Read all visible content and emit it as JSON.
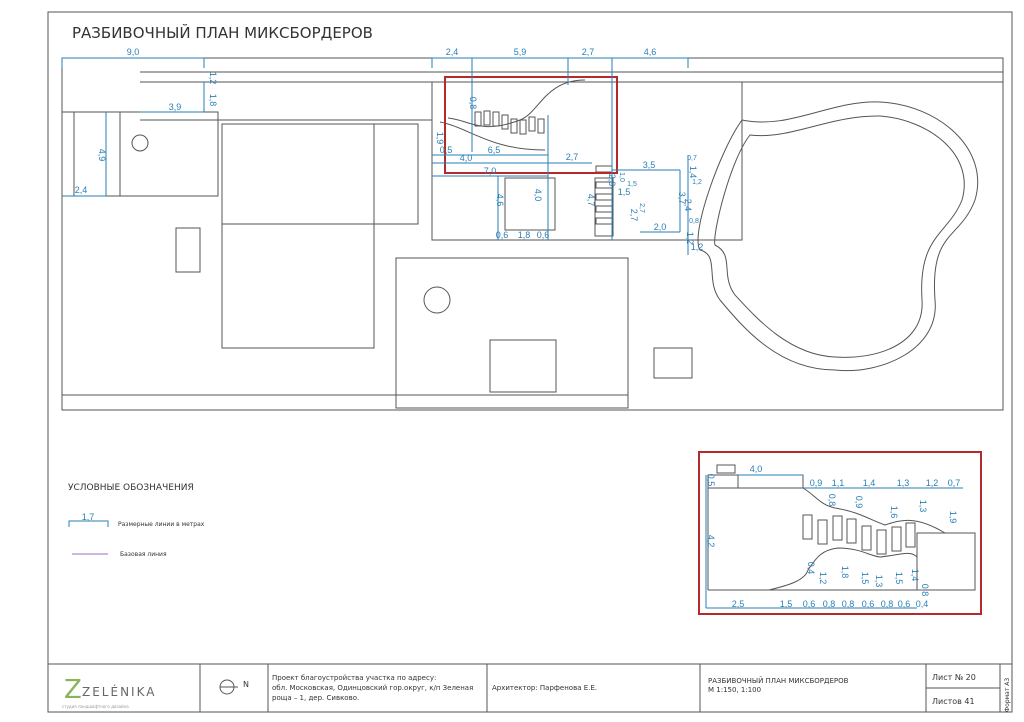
{
  "title": "РАЗБИВОЧНЫЙ ПЛАН МИКСБОРДЕРОВ",
  "legend": {
    "heading": "УСЛОВНЫЕ ОБОЗНАЧЕНИЯ",
    "dim_sample": "1,7",
    "dim_label": "Размерные линии в метрах",
    "base_label": "Базовая линия",
    "base_color": "#9b6fc0"
  },
  "colors": {
    "dimension": "#2a7fb5",
    "highlight": "#b52a2a"
  },
  "main_dims": [
    "9,0",
    "1,2",
    "1,8",
    "3,9",
    "4,9",
    "2,4",
    "2,4",
    "5,9",
    "2,7",
    "4,6",
    "0,8",
    "1,9",
    "0,5",
    "6,5",
    "4,0",
    "2,7",
    "7,0",
    "4,6",
    "4,0",
    "0,6",
    "1,8",
    "0,6",
    "4,7",
    "2,0",
    "1,0",
    "3,5",
    "1,5",
    "1,5",
    "2,7",
    "2,7",
    "3,7",
    "2,4",
    "1,4",
    "0,7",
    "1,2",
    "2,0",
    "0,8",
    "1,2",
    "1,2"
  ],
  "inset_dims": [
    "4,0",
    "0,5",
    "0,9",
    "1,1",
    "1,4",
    "1,3",
    "1,2",
    "0,7",
    "0,8",
    "0,9",
    "1,6",
    "1,3",
    "1,9",
    "4,2",
    "0,4",
    "1,2",
    "1,8",
    "1,5",
    "1,3",
    "1,5",
    "1,4",
    "0,8",
    "2,5",
    "1,5",
    "0,6",
    "0,8",
    "0,8",
    "0,6",
    "0,8",
    "0,6",
    "0,4"
  ],
  "title_block": {
    "logo": "ZELÉNIKA",
    "logo_sub": "студия ландшафтного дизайна",
    "north": "N",
    "project": [
      "Проект благоустройства участка по адресу:",
      "обл. Московская, Одинцовский гор.округ, к/п Зеленая",
      "роща – 1, дер. Сивково."
    ],
    "architect": "Архитектор: Парфенова Е.Е.",
    "sheet_title": "РАЗБИВОЧНЫЙ ПЛАН МИКСБОРДЕРОВ",
    "scale": "М 1:150, 1:100",
    "sheet_no": "Лист № 20",
    "sheets_total": "Листов 41",
    "format": "Формат А3"
  }
}
